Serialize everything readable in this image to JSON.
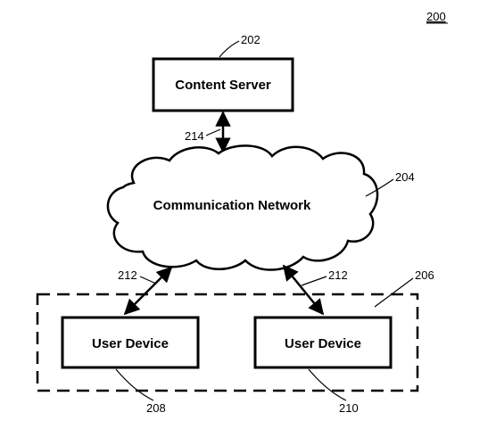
{
  "figure": {
    "number": "200"
  },
  "nodes": {
    "content_server": {
      "label": "Content Server",
      "ref": "202"
    },
    "network": {
      "label": "Communication Network",
      "ref": "204"
    },
    "device_group": {
      "ref": "206"
    },
    "user_device_left": {
      "label": "User Device",
      "ref": "208"
    },
    "user_device_right": {
      "label": "User Device",
      "ref": "210"
    }
  },
  "links": {
    "server_network": {
      "ref": "214"
    },
    "network_left_device": {
      "ref": "212"
    },
    "network_right_device": {
      "ref": "212"
    }
  }
}
